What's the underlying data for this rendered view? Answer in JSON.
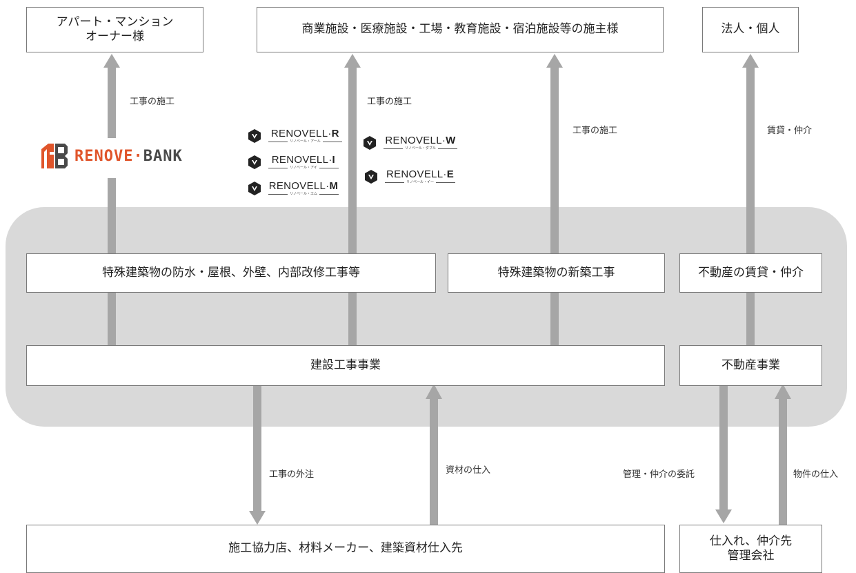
{
  "boxes": {
    "apartment_owner": "アパート・マンション\nオーナー様",
    "commercial_owner": "商業施設・医療施設・工場・教育施設・宿泊施設等の施主様",
    "corporate_individual": "法人・個人",
    "special_repair": "特殊建築物の防水・屋根、外壁、内部改修工事等",
    "special_new": "特殊建築物の新築工事",
    "real_estate_lease": "不動産の賃貸・仲介",
    "construction_business": "建設工事事業",
    "real_estate_business": "不動産事業",
    "partners": "施工協力店、材料メーカー、建築資材仕入先",
    "suppliers": "仕入れ、仲介先\n管理会社"
  },
  "arrow_labels": {
    "construction_1": "工事の施工",
    "construction_2": "工事の施工",
    "construction_3": "工事の施工",
    "lease_brokerage": "賃貸・仲介",
    "outsourcing": "工事の外注",
    "materials": "資材の仕入",
    "management": "管理・仲介の委託",
    "property_purchase": "物件の仕入"
  },
  "logos": {
    "renove_bank": {
      "part1": "RENOVE",
      "dot": "·",
      "part2": "BANK",
      "brand_color": "#e0552b",
      "mark_icon": "rb-monogram-icon"
    },
    "renovell": [
      {
        "prefix": "RENOVELL",
        "suffix": "R",
        "kana": "リノベール・アール"
      },
      {
        "prefix": "RENOVELL",
        "suffix": "I",
        "kana": "リノベール・アイ"
      },
      {
        "prefix": "RENOVELL",
        "suffix": "M",
        "kana": "リノベール・エム"
      },
      {
        "prefix": "RENOVELL",
        "suffix": "W",
        "kana": "リノベール・ダブル"
      },
      {
        "prefix": "RENOVELL",
        "suffix": "E",
        "kana": "リノベール・イー"
      }
    ]
  },
  "colors": {
    "arrow": "#a6a6a6",
    "panel": "#d9d9d9",
    "box_border": "#7a7a7a"
  }
}
